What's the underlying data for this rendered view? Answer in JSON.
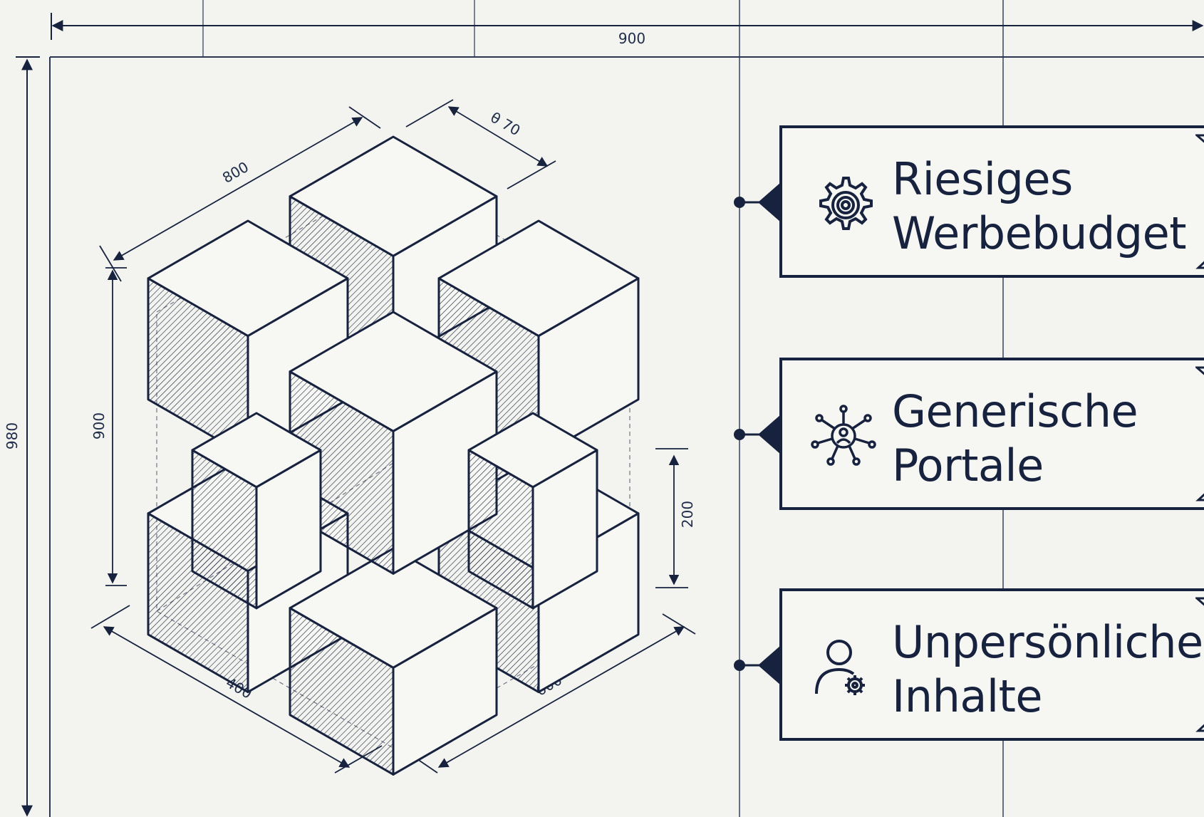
{
  "dimensions": {
    "top_width": "900",
    "left_height": "980",
    "iso_top_left": "800",
    "iso_top_right": "θ 70",
    "iso_left_vertical": "900",
    "iso_right_vertical": "200",
    "iso_bottom_left": "400",
    "iso_bottom_right": "600"
  },
  "cards": [
    {
      "label": "Riesiges\nWerbebudget",
      "icon": "gear-icon"
    },
    {
      "label": "Generische\nPortale",
      "icon": "network-icon"
    },
    {
      "label": "Unpersönliche\nInhalte",
      "icon": "user-settings-icon"
    }
  ],
  "colors": {
    "ink": "#17223f",
    "background": "#f3f3ef"
  }
}
